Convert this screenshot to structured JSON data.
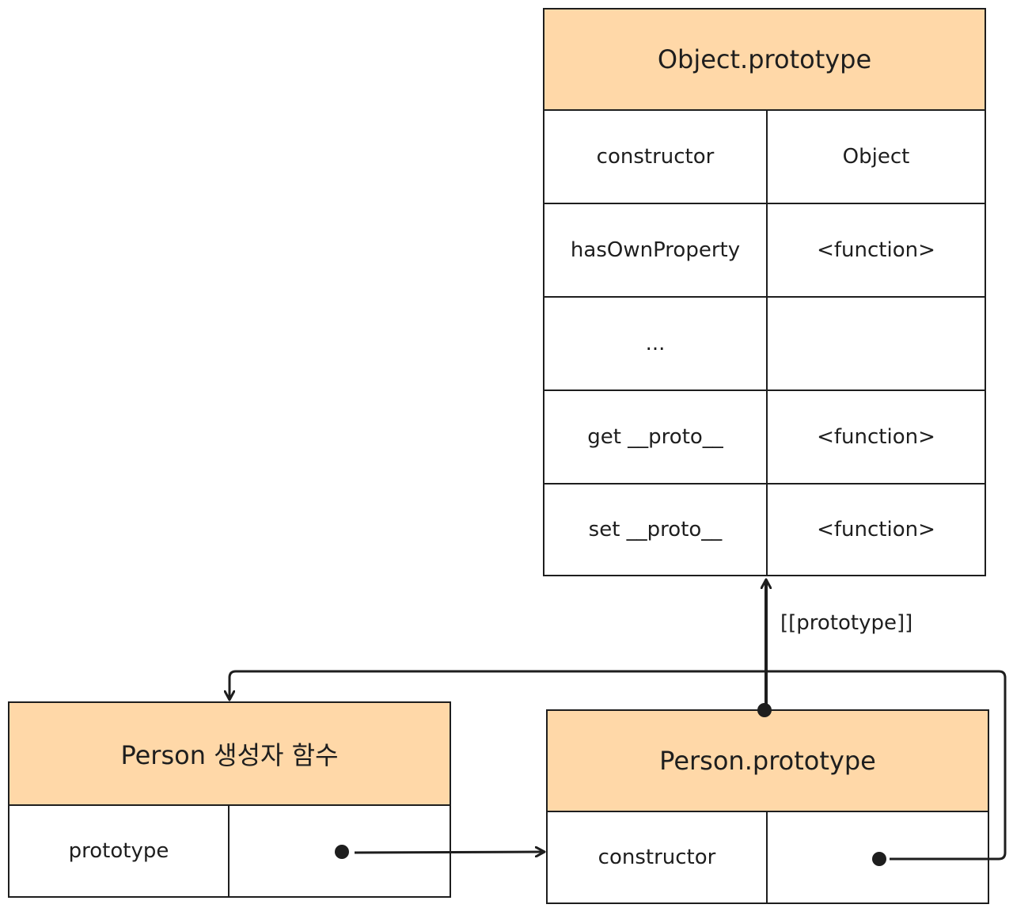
{
  "object_prototype": {
    "title": "Object.prototype",
    "rows": [
      {
        "key": "constructor",
        "value": "Object"
      },
      {
        "key": "hasOwnProperty",
        "value": "<function>"
      },
      {
        "key": "...",
        "value": ""
      },
      {
        "key": "get __proto__",
        "value": "<function>"
      },
      {
        "key": "set __proto__",
        "value": "<function>"
      }
    ]
  },
  "arrow_label": "[[prototype]]",
  "person_constructor": {
    "title": "Person 생성자 함수",
    "rows": [
      {
        "key": "prototype",
        "value": ""
      }
    ]
  },
  "person_prototype": {
    "title": "Person.prototype",
    "rows": [
      {
        "key": "constructor",
        "value": ""
      }
    ]
  },
  "colors": {
    "header": "#ffd8a8",
    "stroke": "#1e1e1e"
  }
}
